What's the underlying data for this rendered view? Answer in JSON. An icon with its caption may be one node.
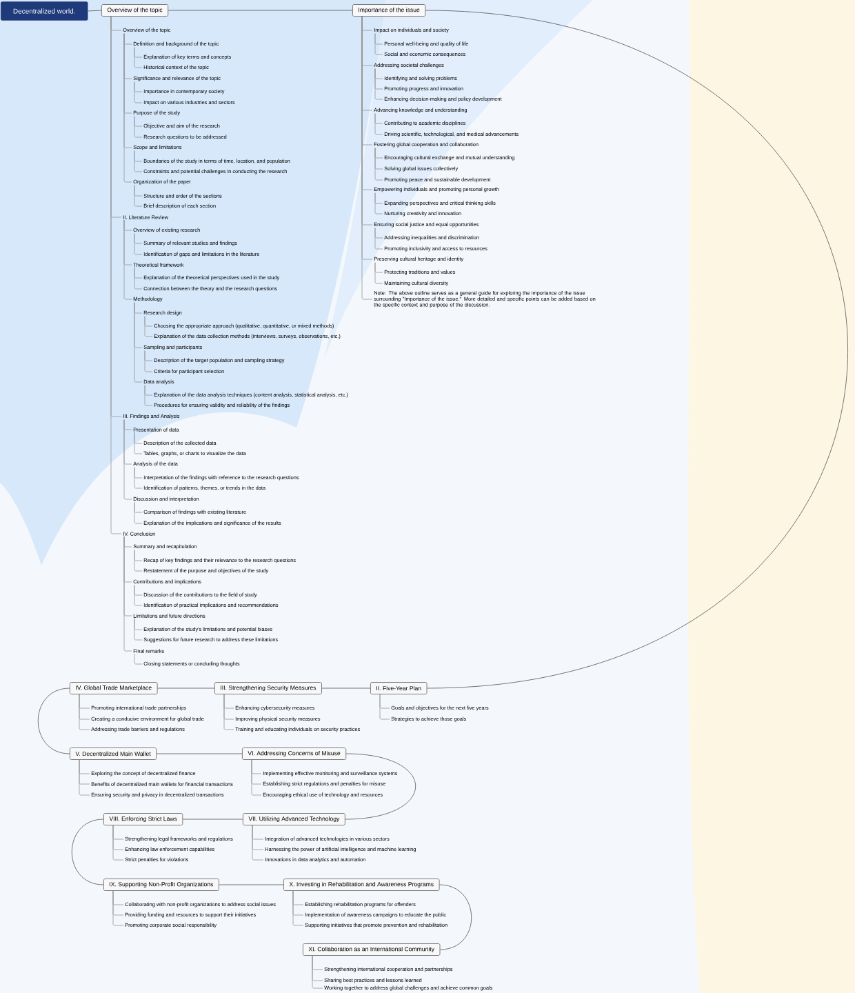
{
  "diagram": {
    "nodes": [
      {
        "text": [
          "Decentralized world."
        ]
      },
      {
        "text": [
          "Overview of the topic"
        ]
      },
      {
        "text": [
          "Overview of the topic"
        ]
      },
      {
        "text": [
          "Definition and background of the topic"
        ]
      },
      {
        "text": [
          "Explanation of key terms and concepts"
        ]
      },
      {
        "text": [
          "Historical context of the topic"
        ]
      },
      {
        "text": [
          "Significance and relevance of the topic"
        ]
      },
      {
        "text": [
          "Importance in contemporary society"
        ]
      },
      {
        "text": [
          "Impact on various industries and sectors"
        ]
      },
      {
        "text": [
          "Purpose of the study"
        ]
      },
      {
        "text": [
          "Objective and aim of the research"
        ]
      },
      {
        "text": [
          "Research questions to be addressed"
        ]
      },
      {
        "text": [
          "Scope and limitations"
        ]
      },
      {
        "text": [
          "Boundaries of the study in terms of time, location, and population"
        ]
      },
      {
        "text": [
          "Constraints and potential challenges in conducting the research"
        ]
      },
      {
        "text": [
          "Organization of the paper"
        ]
      },
      {
        "text": [
          "Structure and order of the sections"
        ]
      },
      {
        "text": [
          "Brief description of each section"
        ]
      },
      {
        "text": [
          "II. Literature Review"
        ]
      },
      {
        "text": [
          "Overview of existing research"
        ]
      },
      {
        "text": [
          "Summary of relevant studies and findings"
        ]
      },
      {
        "text": [
          "Identification of gaps and limitations in the literature"
        ]
      },
      {
        "text": [
          "Theoretical framework"
        ]
      },
      {
        "text": [
          "Explanation of the theoretical perspectives used in the study"
        ]
      },
      {
        "text": [
          "Connection between the theory and the research questions"
        ]
      },
      {
        "text": [
          "Methodology"
        ]
      },
      {
        "text": [
          "Research design"
        ]
      },
      {
        "text": [
          "Choosing the appropriate approach (qualitative, quantitative, or mixed methods)"
        ]
      },
      {
        "text": [
          "Explanation of the data collection methods (interviews, surveys, observations, etc.)"
        ]
      },
      {
        "text": [
          "Sampling and participants"
        ]
      },
      {
        "text": [
          "Description of the target population and sampling strategy"
        ]
      },
      {
        "text": [
          "Criteria for participant selection"
        ]
      },
      {
        "text": [
          "Data analysis"
        ]
      },
      {
        "text": [
          "Explanation of the data analysis techniques (content analysis, statistical analysis, etc.)"
        ]
      },
      {
        "text": [
          "Procedures for ensuring validity and reliability of the findings"
        ]
      },
      {
        "text": [
          "III. Findings and Analysis"
        ]
      },
      {
        "text": [
          "Presentation of data"
        ]
      },
      {
        "text": [
          "Description of the collected data"
        ]
      },
      {
        "text": [
          "Tables, graphs, or charts to visualize the data"
        ]
      },
      {
        "text": [
          "Analysis of the data"
        ]
      },
      {
        "text": [
          "Interpretation of the findings with reference to the research questions"
        ]
      },
      {
        "text": [
          "Identification of patterns, themes, or trends in the data"
        ]
      },
      {
        "text": [
          "Discussion and interpretation"
        ]
      },
      {
        "text": [
          "Comparison of findings with existing literature"
        ]
      },
      {
        "text": [
          "Explanation of the implications and significance of the results"
        ]
      },
      {
        "text": [
          "IV. Conclusion"
        ]
      },
      {
        "text": [
          "Summary and recapitulation"
        ]
      },
      {
        "text": [
          "Recap of key findings and their relevance to the research questions"
        ]
      },
      {
        "text": [
          "Restatement of the purpose and objectives of the study"
        ]
      },
      {
        "text": [
          "Contributions and implications"
        ]
      },
      {
        "text": [
          "Discussion of the contributions to the field of study"
        ]
      },
      {
        "text": [
          "Identification of practical implications and recommendations"
        ]
      },
      {
        "text": [
          "Limitations and future directions"
        ]
      },
      {
        "text": [
          "Explanation of the study's limitations and potential biases"
        ]
      },
      {
        "text": [
          "Suggestions for future research to address these limitations"
        ]
      },
      {
        "text": [
          "Final remarks"
        ]
      },
      {
        "text": [
          "Closing statements or concluding thoughts"
        ]
      },
      {
        "text": [
          "Importance of the issue"
        ]
      },
      {
        "text": [
          "Impact on individuals and society"
        ]
      },
      {
        "text": [
          "Personal well-being and quality of life"
        ]
      },
      {
        "text": [
          "Social and economic consequences"
        ]
      },
      {
        "text": [
          "Addressing societal challenges"
        ]
      },
      {
        "text": [
          "Identifying and solving problems"
        ]
      },
      {
        "text": [
          "Promoting progress and innovation"
        ]
      },
      {
        "text": [
          "Enhancing decision-making and policy development"
        ]
      },
      {
        "text": [
          "Advancing knowledge and understanding"
        ]
      },
      {
        "text": [
          "Contributing to academic disciplines"
        ]
      },
      {
        "text": [
          "Driving scientific, technological, and medical advancements"
        ]
      },
      {
        "text": [
          "Fostering global cooperation and collaboration"
        ]
      },
      {
        "text": [
          "Encouraging cultural exchange and mutual understanding"
        ]
      },
      {
        "text": [
          "Solving global issues collectively"
        ]
      },
      {
        "text": [
          "Promoting peace and sustainable development"
        ]
      },
      {
        "text": [
          "Empowering individuals and promoting personal growth"
        ]
      },
      {
        "text": [
          "Expanding perspectives and critical thinking skills"
        ]
      },
      {
        "text": [
          "Nurturing creativity and innovation"
        ]
      },
      {
        "text": [
          "Ensuring social justice and equal opportunities"
        ]
      },
      {
        "text": [
          "Addressing inequalities and discrimination"
        ]
      },
      {
        "text": [
          "Promoting inclusivity and access to resources"
        ]
      },
      {
        "text": [
          "Preserving cultural heritage and identity"
        ]
      },
      {
        "text": [
          "Protecting traditions and values"
        ]
      },
      {
        "text": [
          "Maintaining cultural diversity"
        ]
      },
      {
        "text": [
          "Note: The above outline serves as a general guide for exploring the importance of the issue surrounding \"Importance of the issue.\" More detailed and specific points can be added based on the specific context and purpose of the discussion."
        ]
      },
      {
        "text": [
          "II. Five-Year Plan"
        ]
      },
      {
        "text": [
          "Goals and objectives for the next five years"
        ]
      },
      {
        "text": [
          "Strategies to achieve those goals"
        ]
      },
      {
        "text": [
          "III. Strengthening Security Measures"
        ]
      },
      {
        "text": [
          "Enhancing cybersecurity measures"
        ]
      },
      {
        "text": [
          "Improving physical security measures"
        ]
      },
      {
        "text": [
          "Training and educating individuals on security practices"
        ]
      },
      {
        "text": [
          "IV. Global Trade Marketplace"
        ]
      },
      {
        "text": [
          "Promoting international trade partnerships"
        ]
      },
      {
        "text": [
          "Creating a conducive environment for global trade"
        ]
      },
      {
        "text": [
          "Addressing trade barriers and regulations"
        ]
      },
      {
        "text": [
          "V. Decentralized Main Wallet"
        ]
      },
      {
        "text": [
          "Exploring the concept of decentralized finance"
        ]
      },
      {
        "text": [
          "Benefits of decentralized main wallets for financial transactions"
        ]
      },
      {
        "text": [
          "Ensuring security and privacy in decentralized transactions"
        ]
      },
      {
        "text": [
          "VI. Addressing Concerns of Misuse"
        ]
      },
      {
        "text": [
          "Implementing effective monitoring and surveillance systems"
        ]
      },
      {
        "text": [
          "Establishing strict regulations and penalties for misuse"
        ]
      },
      {
        "text": [
          "Encouraging ethical use of technology and resources"
        ]
      },
      {
        "text": [
          "VII. Utilizing Advanced Technology"
        ]
      },
      {
        "text": [
          "Integration of advanced technologies in various sectors"
        ]
      },
      {
        "text": [
          "Harnessing the power of artificial intelligence and machine learning"
        ]
      },
      {
        "text": [
          "Innovations in data analytics and automation"
        ]
      },
      {
        "text": [
          "VIII. Enforcing Strict Laws"
        ]
      },
      {
        "text": [
          "Strengthening legal frameworks and regulations"
        ]
      },
      {
        "text": [
          "Enhancing law enforcement capabilities"
        ]
      },
      {
        "text": [
          "Strict penalties for violations"
        ]
      },
      {
        "text": [
          "IX. Supporting Non-Profit Organizations"
        ]
      },
      {
        "text": [
          "Collaborating with non-profit organizations to address social issues"
        ]
      },
      {
        "text": [
          "Providing funding and resources to support their initiatives"
        ]
      },
      {
        "text": [
          "Promoting corporate social responsibility"
        ]
      },
      {
        "text": [
          "X. Investing in Rehabilitation and Awareness Programs"
        ]
      },
      {
        "text": [
          "Establishing rehabilitation programs for offenders"
        ]
      },
      {
        "text": [
          "Implementation of awareness campaigns to educate the public"
        ]
      },
      {
        "text": [
          "Supporting initiatives that promote prevention and rehabilitation"
        ]
      },
      {
        "text": [
          "XI. Collaboration as an International Community"
        ]
      },
      {
        "text": [
          "Strengthening international cooperation and partnerships"
        ]
      },
      {
        "text": [
          "Sharing best practices and lessons learned"
        ]
      },
      {
        "text": [
          "Working together to address global challenges and achieve common goals"
        ]
      }
    ],
    "edges": [
      {
        "from": 0,
        "to": 1,
        "arrow": "none"
      },
      {
        "from": 1,
        "to": 57,
        "arrow": "none"
      },
      {
        "from": 57,
        "to": 82,
        "arrow": "none"
      },
      {
        "from": 82,
        "to": 85,
        "arrow": "none"
      },
      {
        "from": 85,
        "to": 89,
        "arrow": "none"
      },
      {
        "from": 89,
        "to": 93,
        "arrow": "none"
      },
      {
        "from": 93,
        "to": 97,
        "arrow": "none"
      },
      {
        "from": 97,
        "to": 101,
        "arrow": "none"
      },
      {
        "from": 101,
        "to": 105,
        "arrow": "none"
      },
      {
        "from": 105,
        "to": 109,
        "arrow": "none"
      },
      {
        "from": 109,
        "to": 113,
        "arrow": "none"
      },
      {
        "from": 113,
        "to": 117,
        "arrow": "none"
      },
      {
        "from": 1,
        "to": 2,
        "arrow": "none"
      },
      {
        "from": 2,
        "to": 3,
        "arrow": "none"
      },
      {
        "from": 3,
        "to": 4,
        "arrow": "none"
      },
      {
        "from": 3,
        "to": 5,
        "arrow": "none"
      },
      {
        "from": 2,
        "to": 6,
        "arrow": "none"
      },
      {
        "from": 6,
        "to": 7,
        "arrow": "none"
      },
      {
        "from": 6,
        "to": 8,
        "arrow": "none"
      },
      {
        "from": 2,
        "to": 9,
        "arrow": "none"
      },
      {
        "from": 9,
        "to": 10,
        "arrow": "none"
      },
      {
        "from": 9,
        "to": 11,
        "arrow": "none"
      },
      {
        "from": 2,
        "to": 12,
        "arrow": "none"
      },
      {
        "from": 12,
        "to": 13,
        "arrow": "none"
      },
      {
        "from": 12,
        "to": 14,
        "arrow": "none"
      },
      {
        "from": 2,
        "to": 15,
        "arrow": "none"
      },
      {
        "from": 15,
        "to": 16,
        "arrow": "none"
      },
      {
        "from": 15,
        "to": 17,
        "arrow": "none"
      },
      {
        "from": 1,
        "to": 18,
        "arrow": "none"
      },
      {
        "from": 18,
        "to": 19,
        "arrow": "none"
      },
      {
        "from": 19,
        "to": 20,
        "arrow": "none"
      },
      {
        "from": 19,
        "to": 21,
        "arrow": "none"
      },
      {
        "from": 18,
        "to": 22,
        "arrow": "none"
      },
      {
        "from": 22,
        "to": 23,
        "arrow": "none"
      },
      {
        "from": 22,
        "to": 24,
        "arrow": "none"
      },
      {
        "from": 18,
        "to": 25,
        "arrow": "none"
      },
      {
        "from": 25,
        "to": 26,
        "arrow": "none"
      },
      {
        "from": 26,
        "to": 27,
        "arrow": "none"
      },
      {
        "from": 26,
        "to": 28,
        "arrow": "none"
      },
      {
        "from": 25,
        "to": 29,
        "arrow": "none"
      },
      {
        "from": 29,
        "to": 30,
        "arrow": "none"
      },
      {
        "from": 29,
        "to": 31,
        "arrow": "none"
      },
      {
        "from": 25,
        "to": 32,
        "arrow": "none"
      },
      {
        "from": 32,
        "to": 33,
        "arrow": "none"
      },
      {
        "from": 32,
        "to": 34,
        "arrow": "none"
      },
      {
        "from": 1,
        "to": 35,
        "arrow": "none"
      },
      {
        "from": 35,
        "to": 36,
        "arrow": "none"
      },
      {
        "from": 36,
        "to": 37,
        "arrow": "none"
      },
      {
        "from": 36,
        "to": 38,
        "arrow": "none"
      },
      {
        "from": 35,
        "to": 39,
        "arrow": "none"
      },
      {
        "from": 39,
        "to": 40,
        "arrow": "none"
      },
      {
        "from": 39,
        "to": 41,
        "arrow": "none"
      },
      {
        "from": 35,
        "to": 42,
        "arrow": "none"
      },
      {
        "from": 42,
        "to": 43,
        "arrow": "none"
      },
      {
        "from": 42,
        "to": 44,
        "arrow": "none"
      },
      {
        "from": 1,
        "to": 45,
        "arrow": "none"
      },
      {
        "from": 45,
        "to": 46,
        "arrow": "none"
      },
      {
        "from": 46,
        "to": 47,
        "arrow": "none"
      },
      {
        "from": 46,
        "to": 48,
        "arrow": "none"
      },
      {
        "from": 45,
        "to": 49,
        "arrow": "none"
      },
      {
        "from": 49,
        "to": 50,
        "arrow": "none"
      },
      {
        "from": 49,
        "to": 51,
        "arrow": "none"
      },
      {
        "from": 45,
        "to": 52,
        "arrow": "none"
      },
      {
        "from": 52,
        "to": 53,
        "arrow": "none"
      },
      {
        "from": 52,
        "to": 54,
        "arrow": "none"
      },
      {
        "from": 45,
        "to": 55,
        "arrow": "none"
      },
      {
        "from": 55,
        "to": 56,
        "arrow": "none"
      },
      {
        "from": 57,
        "to": 58,
        "arrow": "none"
      },
      {
        "from": 58,
        "to": 59,
        "arrow": "none"
      },
      {
        "from": 58,
        "to": 60,
        "arrow": "none"
      },
      {
        "from": 57,
        "to": 61,
        "arrow": "none"
      },
      {
        "from": 61,
        "to": 62,
        "arrow": "none"
      },
      {
        "from": 61,
        "to": 63,
        "arrow": "none"
      },
      {
        "from": 61,
        "to": 64,
        "arrow": "none"
      },
      {
        "from": 57,
        "to": 65,
        "arrow": "none"
      },
      {
        "from": 65,
        "to": 66,
        "arrow": "none"
      },
      {
        "from": 65,
        "to": 67,
        "arrow": "none"
      },
      {
        "from": 57,
        "to": 68,
        "arrow": "none"
      },
      {
        "from": 68,
        "to": 69,
        "arrow": "none"
      },
      {
        "from": 68,
        "to": 70,
        "arrow": "none"
      },
      {
        "from": 68,
        "to": 71,
        "arrow": "none"
      },
      {
        "from": 57,
        "to": 72,
        "arrow": "none"
      },
      {
        "from": 72,
        "to": 73,
        "arrow": "none"
      },
      {
        "from": 72,
        "to": 74,
        "arrow": "none"
      },
      {
        "from": 57,
        "to": 75,
        "arrow": "none"
      },
      {
        "from": 75,
        "to": 76,
        "arrow": "none"
      },
      {
        "from": 75,
        "to": 77,
        "arrow": "none"
      },
      {
        "from": 57,
        "to": 78,
        "arrow": "none"
      },
      {
        "from": 78,
        "to": 79,
        "arrow": "none"
      },
      {
        "from": 78,
        "to": 80,
        "arrow": "none"
      },
      {
        "from": 57,
        "to": 81,
        "arrow": "none"
      },
      {
        "from": 82,
        "to": 83,
        "arrow": "none"
      },
      {
        "from": 82,
        "to": 84,
        "arrow": "none"
      },
      {
        "from": 85,
        "to": 86,
        "arrow": "none"
      },
      {
        "from": 85,
        "to": 87,
        "arrow": "none"
      },
      {
        "from": 85,
        "to": 88,
        "arrow": "none"
      },
      {
        "from": 89,
        "to": 90,
        "arrow": "none"
      },
      {
        "from": 89,
        "to": 91,
        "arrow": "none"
      },
      {
        "from": 89,
        "to": 92,
        "arrow": "none"
      },
      {
        "from": 93,
        "to": 94,
        "arrow": "none"
      },
      {
        "from": 93,
        "to": 95,
        "arrow": "none"
      },
      {
        "from": 93,
        "to": 96,
        "arrow": "none"
      },
      {
        "from": 97,
        "to": 98,
        "arrow": "none"
      },
      {
        "from": 97,
        "to": 99,
        "arrow": "none"
      },
      {
        "from": 97,
        "to": 100,
        "arrow": "none"
      },
      {
        "from": 101,
        "to": 102,
        "arrow": "none"
      },
      {
        "from": 101,
        "to": 103,
        "arrow": "none"
      },
      {
        "from": 101,
        "to": 104,
        "arrow": "none"
      },
      {
        "from": 105,
        "to": 106,
        "arrow": "none"
      },
      {
        "from": 105,
        "to": 107,
        "arrow": "none"
      },
      {
        "from": 105,
        "to": 108,
        "arrow": "none"
      },
      {
        "from": 109,
        "to": 110,
        "arrow": "none"
      },
      {
        "from": 109,
        "to": 111,
        "arrow": "none"
      },
      {
        "from": 109,
        "to": 112,
        "arrow": "none"
      },
      {
        "from": 113,
        "to": 114,
        "arrow": "none"
      },
      {
        "from": 113,
        "to": 115,
        "arrow": "none"
      },
      {
        "from": 113,
        "to": 116,
        "arrow": "none"
      },
      {
        "from": 117,
        "to": 118,
        "arrow": "none"
      },
      {
        "from": 117,
        "to": 119,
        "arrow": "none"
      },
      {
        "from": 117,
        "to": 120,
        "arrow": "none"
      }
    ]
  }
}
